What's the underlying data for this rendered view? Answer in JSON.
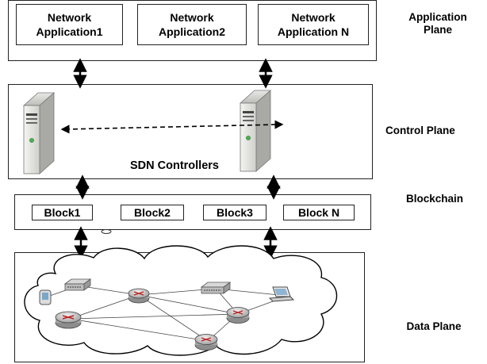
{
  "application_plane": {
    "apps": [
      {
        "line1": "Network",
        "line2": "Application1"
      },
      {
        "line1": "Network",
        "line2": "Application2"
      },
      {
        "line1": "Network",
        "line2": "Application N"
      }
    ]
  },
  "control_plane": {
    "controllers_label": "SDN Controllers"
  },
  "blockchain": {
    "blocks": [
      "Block1",
      "Block2",
      "Block3",
      "Block N"
    ]
  },
  "plane_labels": {
    "application_line1": "Application",
    "application_line2": "Plane",
    "control": "Control Plane",
    "blockchain": "Blockchain",
    "data": "Data Plane"
  },
  "icons": {
    "server": "server-icon",
    "router": "router-icon",
    "switch": "switch-icon",
    "laptop": "laptop-icon",
    "phone": "phone-icon",
    "cloud": "cloud-icon"
  }
}
